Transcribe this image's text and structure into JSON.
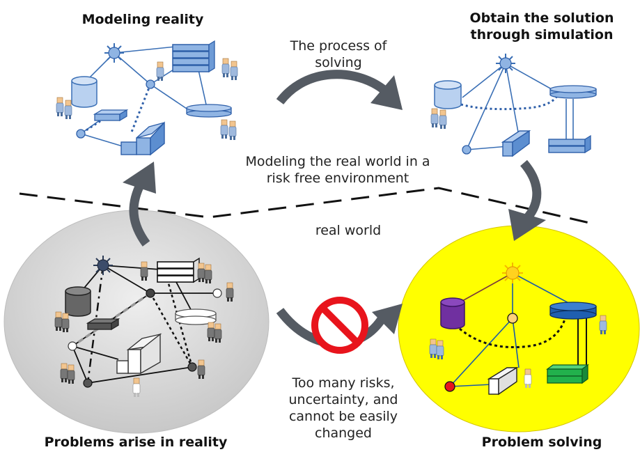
{
  "titles": {
    "modeling_reality": "Modeling reality",
    "obtain_solution_line1": "Obtain the solution",
    "obtain_solution_line2": "through simulation",
    "problems_arise": "Problems arise in reality",
    "problem_solving": "Problem solving"
  },
  "labels": {
    "process_line1": "The process of",
    "process_line2": "solving",
    "risk_free_line1": "Modeling the real world in a",
    "risk_free_line2": "risk free environment",
    "real_world": "real world",
    "risks_line1": "Too many risks,",
    "risks_line2": "uncertainty, and",
    "risks_line3": "cannot be easily",
    "risks_line4": "changed"
  },
  "colors": {
    "model_blue": "#8fb4e3",
    "model_stroke": "#3a6fb5",
    "reality_bg": "#d6d6d6",
    "solving_bg": "#ffff00",
    "arrow_gray": "#555b63",
    "no_sign_red": "#e8141c",
    "purple_db": "#7030a0",
    "blue_node": "#1f5fb0",
    "green_block": "#22b14c",
    "red_dot": "#e8141c",
    "sun": "#f5b800"
  },
  "icons": [
    "sun-node-icon",
    "server-rack-icon",
    "database-icon",
    "router-icon",
    "disk-icon",
    "building-icon",
    "people-icon",
    "no-entry-icon"
  ]
}
